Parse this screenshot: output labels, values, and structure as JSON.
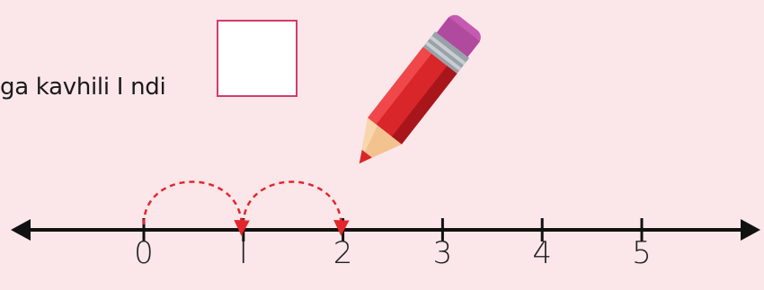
{
  "prompt": {
    "text": "ga kavhili I ndi"
  },
  "answer_box": {
    "value": ""
  },
  "number_line": {
    "tick_labels": [
      "0",
      "I",
      "2",
      "3",
      "4",
      "5"
    ],
    "jumps": [
      {
        "from": "0",
        "to": "I"
      },
      {
        "from": "I",
        "to": "2"
      }
    ]
  },
  "colors": {
    "background": "#fbe6e9",
    "answer_box_border": "#d23c6c",
    "jump_arrows": "#e3262b",
    "axis": "#111111"
  },
  "icons": {
    "pencil": "pencil-icon"
  }
}
